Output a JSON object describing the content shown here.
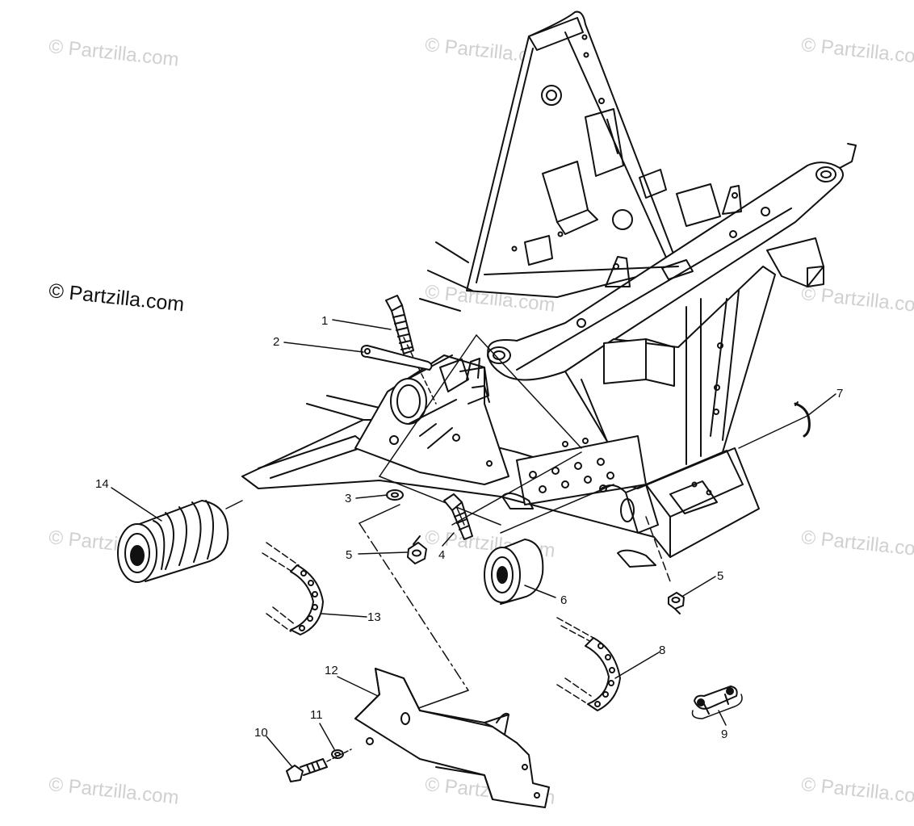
{
  "watermarks": {
    "faint_text": "© Partzilla.com",
    "strong_text": "© Partzilla.com"
  },
  "callouts": [
    {
      "label": "1"
    },
    {
      "label": "2"
    },
    {
      "label": "3"
    },
    {
      "label": "4"
    },
    {
      "label": "5"
    },
    {
      "label": "5"
    },
    {
      "label": "6"
    },
    {
      "label": "7"
    },
    {
      "label": "8"
    },
    {
      "label": "9"
    },
    {
      "label": "10"
    },
    {
      "label": "11"
    },
    {
      "label": "12"
    },
    {
      "label": "13"
    },
    {
      "label": "14"
    }
  ],
  "colors": {
    "line": "#111111",
    "watermark": "#d0d0d0",
    "background": "#ffffff"
  }
}
